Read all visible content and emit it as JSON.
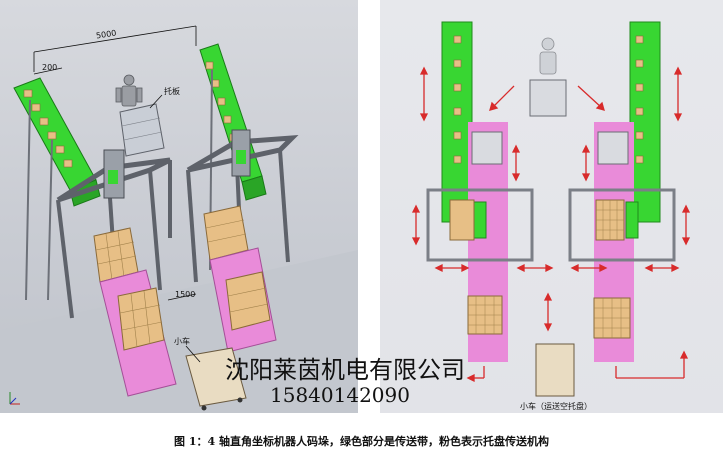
{
  "left_view": {
    "dimension_overall": "5000",
    "dimension_conveyor_offset": "200",
    "dimension_side_gap": "1500",
    "label_pallet": "托板",
    "label_cart": "小车"
  },
  "right_view": {
    "label_cart_note": "小车（运送空托盘）"
  },
  "watermark": {
    "company": "沈阳莱茵机电有限公司",
    "phone": "15840142090"
  },
  "caption": "图 1：4 轴直角坐标机器人码垛，绿色部分是传送带，粉色表示托盘传送机构",
  "colors": {
    "conveyor_green": "#38d632",
    "pallet_pink": "#e98bd9",
    "carton_tan": "#e7bf86",
    "frame_gray": "#7b7f87",
    "arrow_red": "#d82b2b"
  }
}
